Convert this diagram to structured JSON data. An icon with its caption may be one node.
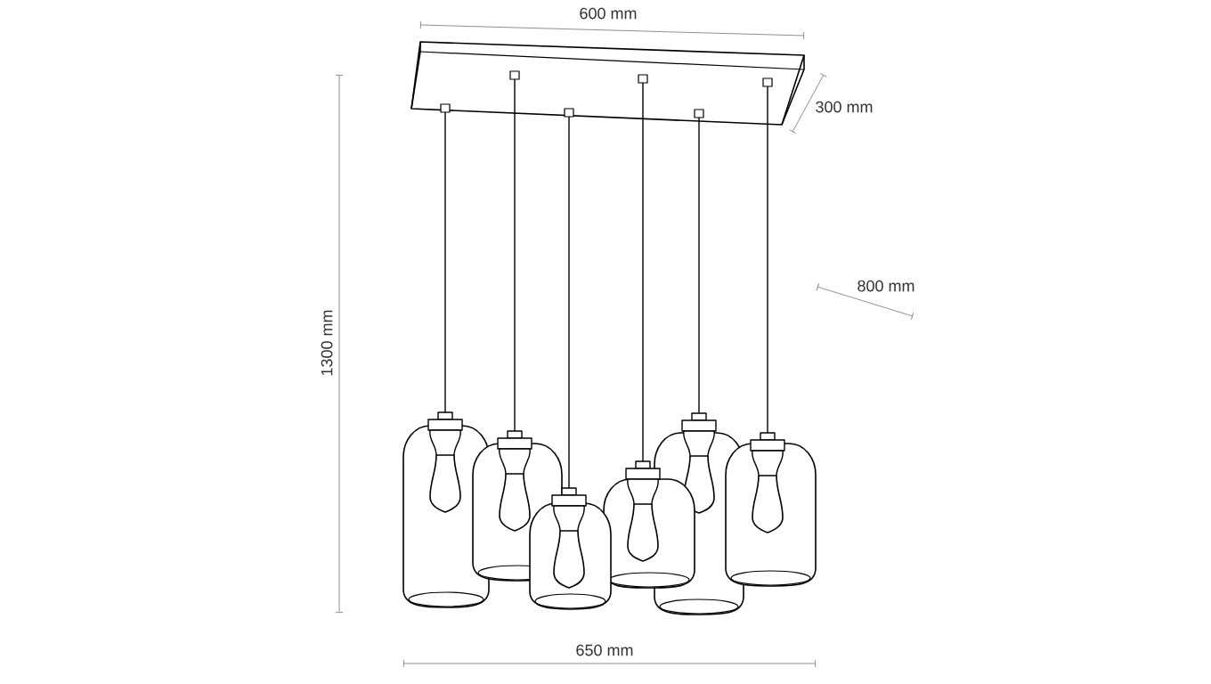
{
  "diagram": {
    "labels": [
      "600 mm",
      "300 mm",
      "800 mm",
      "1300 mm",
      "650 mm"
    ]
  }
}
